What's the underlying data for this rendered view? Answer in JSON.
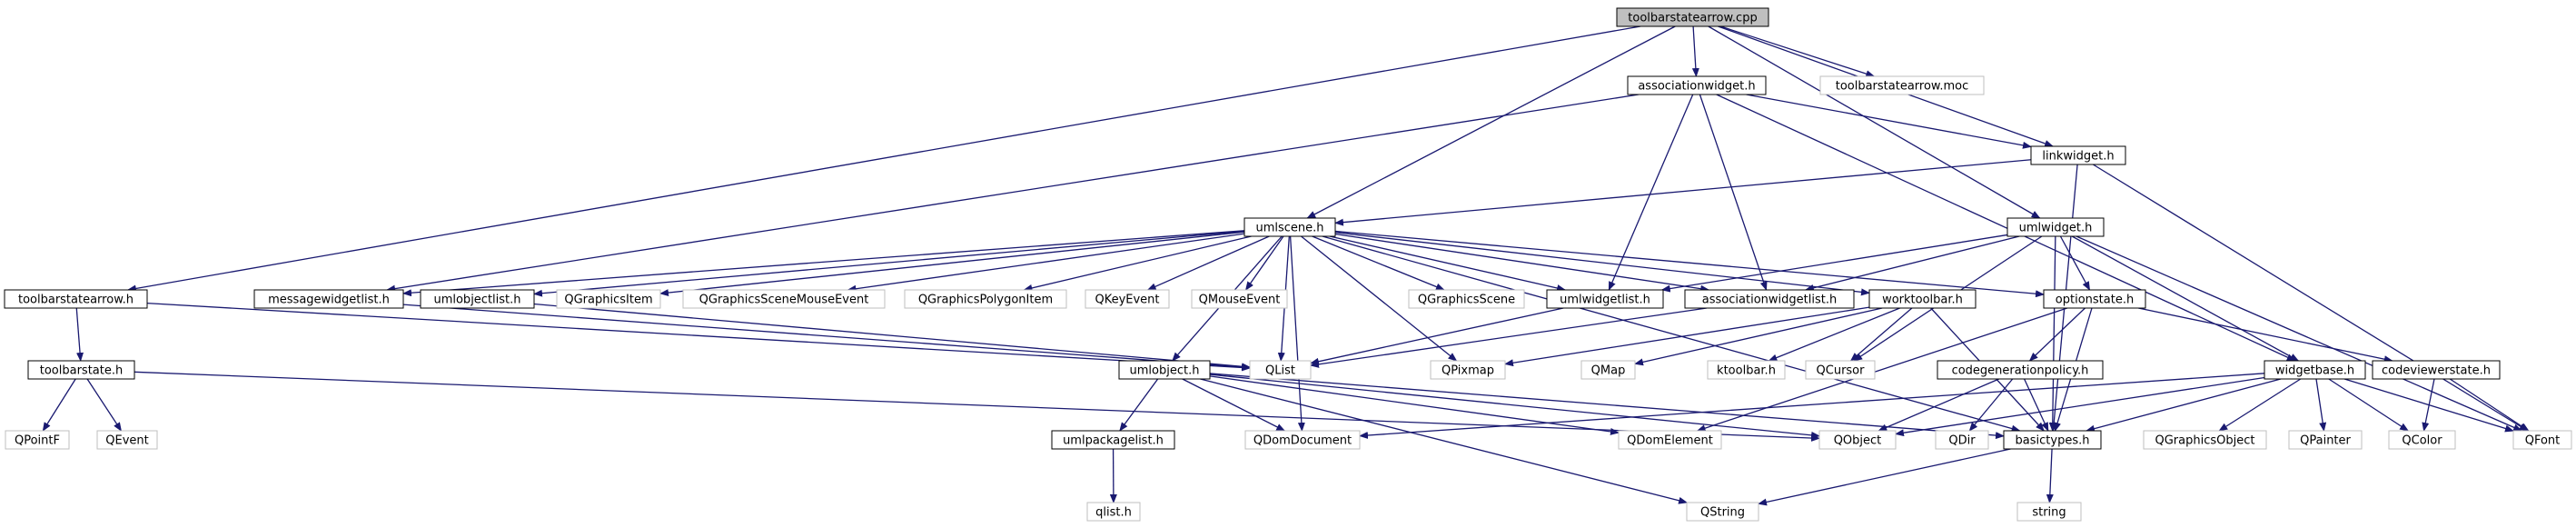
{
  "nodes": {
    "root": {
      "label": "toolbarstatearrow.cpp",
      "style": "root"
    },
    "associationwidget_h": {
      "label": "associationwidget.h",
      "style": "normal"
    },
    "toolbarstatearrow_moc": {
      "label": "toolbarstatearrow.moc",
      "style": "external"
    },
    "linkwidget_h": {
      "label": "linkwidget.h",
      "style": "normal"
    },
    "umlscene_h": {
      "label": "umlscene.h",
      "style": "normal"
    },
    "umlwidget_h": {
      "label": "umlwidget.h",
      "style": "normal"
    },
    "toolbarstatearrow_h": {
      "label": "toolbarstatearrow.h",
      "style": "normal"
    },
    "messagewidgetlist_h": {
      "label": "messagewidgetlist.h",
      "style": "normal"
    },
    "umlobjectlist_h": {
      "label": "umlobjectlist.h",
      "style": "normal"
    },
    "QGraphicsItem": {
      "label": "QGraphicsItem",
      "style": "external"
    },
    "QGraphicsSceneMouseEvent": {
      "label": "QGraphicsSceneMouseEvent",
      "style": "external"
    },
    "QGraphicsPolygonItem": {
      "label": "QGraphicsPolygonItem",
      "style": "external"
    },
    "QKeyEvent": {
      "label": "QKeyEvent",
      "style": "external"
    },
    "QMouseEvent": {
      "label": "QMouseEvent",
      "style": "external"
    },
    "QGraphicsScene": {
      "label": "QGraphicsScene",
      "style": "external"
    },
    "umlwidgetlist_h": {
      "label": "umlwidgetlist.h",
      "style": "normal"
    },
    "associationwidgetlist_h": {
      "label": "associationwidgetlist.h",
      "style": "normal"
    },
    "worktoolbar_h": {
      "label": "worktoolbar.h",
      "style": "normal"
    },
    "optionstate_h": {
      "label": "optionstate.h",
      "style": "normal"
    },
    "toolbarstate_h": {
      "label": "toolbarstate.h",
      "style": "normal"
    },
    "umlobject_h": {
      "label": "umlobject.h",
      "style": "normal"
    },
    "QList": {
      "label": "QList",
      "style": "external"
    },
    "QPixmap": {
      "label": "QPixmap",
      "style": "external"
    },
    "QMap": {
      "label": "QMap",
      "style": "external"
    },
    "ktoolbar_h": {
      "label": "ktoolbar.h",
      "style": "external"
    },
    "QCursor": {
      "label": "QCursor",
      "style": "external"
    },
    "codegenerationpolicy_h": {
      "label": "codegenerationpolicy.h",
      "style": "normal"
    },
    "widgetbase_h": {
      "label": "widgetbase.h",
      "style": "normal"
    },
    "codeviewerstate_h": {
      "label": "codeviewerstate.h",
      "style": "normal"
    },
    "QPointF": {
      "label": "QPointF",
      "style": "external"
    },
    "QEvent": {
      "label": "QEvent",
      "style": "external"
    },
    "umlpackagelist_h": {
      "label": "umlpackagelist.h",
      "style": "normal"
    },
    "QDomDocument": {
      "label": "QDomDocument",
      "style": "external"
    },
    "QDomElement": {
      "label": "QDomElement",
      "style": "external"
    },
    "QObject": {
      "label": "QObject",
      "style": "external"
    },
    "QDir": {
      "label": "QDir",
      "style": "external"
    },
    "basictypes_h": {
      "label": "basictypes.h",
      "style": "normal"
    },
    "QGraphicsObject": {
      "label": "QGraphicsObject",
      "style": "external"
    },
    "QPainter": {
      "label": "QPainter",
      "style": "external"
    },
    "QColor": {
      "label": "QColor",
      "style": "external"
    },
    "QFont": {
      "label": "QFont",
      "style": "external"
    },
    "qlist_h": {
      "label": "qlist.h",
      "style": "external"
    },
    "QString": {
      "label": "QString",
      "style": "external"
    },
    "string": {
      "label": "string",
      "style": "external"
    }
  },
  "edges": [
    [
      "root",
      "associationwidget_h"
    ],
    [
      "root",
      "toolbarstatearrow_moc"
    ],
    [
      "root",
      "linkwidget_h"
    ],
    [
      "root",
      "umlscene_h"
    ],
    [
      "root",
      "umlwidget_h"
    ],
    [
      "root",
      "toolbarstatearrow_h"
    ],
    [
      "associationwidget_h",
      "linkwidget_h"
    ],
    [
      "associationwidget_h",
      "messagewidgetlist_h"
    ],
    [
      "associationwidget_h",
      "umlwidgetlist_h"
    ],
    [
      "associationwidget_h",
      "associationwidgetlist_h"
    ],
    [
      "associationwidget_h",
      "widgetbase_h"
    ],
    [
      "linkwidget_h",
      "umlscene_h"
    ],
    [
      "linkwidget_h",
      "basictypes_h"
    ],
    [
      "linkwidget_h",
      "QFont"
    ],
    [
      "umlscene_h",
      "messagewidgetlist_h"
    ],
    [
      "umlscene_h",
      "umlobjectlist_h"
    ],
    [
      "umlscene_h",
      "QGraphicsItem"
    ],
    [
      "umlscene_h",
      "QGraphicsSceneMouseEvent"
    ],
    [
      "umlscene_h",
      "QGraphicsPolygonItem"
    ],
    [
      "umlscene_h",
      "QKeyEvent"
    ],
    [
      "umlscene_h",
      "QMouseEvent"
    ],
    [
      "umlscene_h",
      "QGraphicsScene"
    ],
    [
      "umlscene_h",
      "umlwidgetlist_h"
    ],
    [
      "umlscene_h",
      "associationwidgetlist_h"
    ],
    [
      "umlscene_h",
      "worktoolbar_h"
    ],
    [
      "umlscene_h",
      "optionstate_h"
    ],
    [
      "umlscene_h",
      "umlobject_h"
    ],
    [
      "umlscene_h",
      "QList"
    ],
    [
      "umlscene_h",
      "QPixmap"
    ],
    [
      "umlscene_h",
      "QDomDocument"
    ],
    [
      "umlscene_h",
      "basictypes_h"
    ],
    [
      "umlwidget_h",
      "umlwidgetlist_h"
    ],
    [
      "umlwidget_h",
      "associationwidgetlist_h"
    ],
    [
      "umlwidget_h",
      "optionstate_h"
    ],
    [
      "umlwidget_h",
      "widgetbase_h"
    ],
    [
      "umlwidget_h",
      "QCursor"
    ],
    [
      "umlwidget_h",
      "basictypes_h"
    ],
    [
      "umlwidget_h",
      "QFont"
    ],
    [
      "toolbarstatearrow_h",
      "toolbarstate_h"
    ],
    [
      "toolbarstatearrow_h",
      "QList"
    ],
    [
      "toolbarstate_h",
      "QPointF"
    ],
    [
      "toolbarstate_h",
      "QEvent"
    ],
    [
      "toolbarstate_h",
      "QObject"
    ],
    [
      "messagewidgetlist_h",
      "QList"
    ],
    [
      "umlobjectlist_h",
      "QList"
    ],
    [
      "umlwidgetlist_h",
      "QList"
    ],
    [
      "associationwidgetlist_h",
      "QList"
    ],
    [
      "worktoolbar_h",
      "QPixmap"
    ],
    [
      "worktoolbar_h",
      "QMap"
    ],
    [
      "worktoolbar_h",
      "ktoolbar_h"
    ],
    [
      "worktoolbar_h",
      "QCursor"
    ],
    [
      "worktoolbar_h",
      "basictypes_h"
    ],
    [
      "optionstate_h",
      "codegenerationpolicy_h"
    ],
    [
      "optionstate_h",
      "codeviewerstate_h"
    ],
    [
      "optionstate_h",
      "basictypes_h"
    ],
    [
      "optionstate_h",
      "QDomElement"
    ],
    [
      "umlobject_h",
      "umlpackagelist_h"
    ],
    [
      "umlobject_h",
      "QDomDocument"
    ],
    [
      "umlobject_h",
      "QDomElement"
    ],
    [
      "umlobject_h",
      "QObject"
    ],
    [
      "umlobject_h",
      "basictypes_h"
    ],
    [
      "umlobject_h",
      "QString"
    ],
    [
      "codegenerationpolicy_h",
      "QObject"
    ],
    [
      "codegenerationpolicy_h",
      "QDir"
    ],
    [
      "codegenerationpolicy_h",
      "basictypes_h"
    ],
    [
      "widgetbase_h",
      "QDomDocument"
    ],
    [
      "widgetbase_h",
      "QObject"
    ],
    [
      "widgetbase_h",
      "basictypes_h"
    ],
    [
      "widgetbase_h",
      "QGraphicsObject"
    ],
    [
      "widgetbase_h",
      "QPainter"
    ],
    [
      "widgetbase_h",
      "QColor"
    ],
    [
      "widgetbase_h",
      "QFont"
    ],
    [
      "codeviewerstate_h",
      "QColor"
    ],
    [
      "codeviewerstate_h",
      "QFont"
    ],
    [
      "umlpackagelist_h",
      "qlist_h"
    ],
    [
      "basictypes_h",
      "QString"
    ],
    [
      "basictypes_h",
      "string"
    ]
  ]
}
